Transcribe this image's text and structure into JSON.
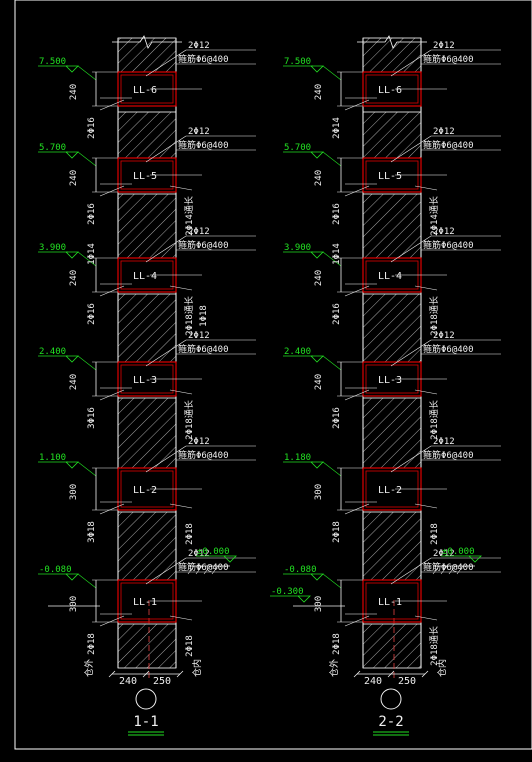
{
  "colors": {
    "background": "#000000",
    "wall_line": "#ffffff",
    "hatch": "#d8d8d8",
    "beam_outline": "#e00000",
    "level_text": "#22e022",
    "annotation_text": "#f0f0f0",
    "leader": "#f0f0f0",
    "bar_marks": "#ffffff",
    "frame": "#ffffff"
  },
  "sections": [
    {
      "id": "1-1",
      "label": "1-1",
      "bottom_dims": [
        "240",
        "250"
      ],
      "side_labels": {
        "outer": "仓外",
        "inner": "仓内"
      },
      "ground_level": "±0.000",
      "extra_level": null,
      "beams": [
        {
          "name": "LL-6",
          "level": "7.500",
          "height": "240",
          "top_bar": "2Φ12",
          "stirrup": "箍筋Φ6@400",
          "left_bar": "2Φ16",
          "right_bar": null,
          "right_bar2": null
        },
        {
          "name": "LL-5",
          "level": "5.700",
          "height": "240",
          "top_bar": "2Φ12",
          "stirrup": "箍筋Φ6@400",
          "left_bar": "2Φ16",
          "right_bar": "2Φ14通长",
          "right_bar2": null
        },
        {
          "name": "LL-4",
          "level": "3.900",
          "height": "240",
          "top_bar": "2Φ12",
          "stirrup": "箍筋Φ6@400",
          "left_bar": "2Φ16",
          "right_bar": "2Φ18通长",
          "right_bar2": "1Φ18",
          "left_top_bar": "1Φ14"
        },
        {
          "name": "LL-3",
          "level": "2.400",
          "height": "240",
          "top_bar": "2Φ12",
          "stirrup": "箍筋Φ6@400",
          "left_bar": "3Φ16",
          "right_bar": "2Φ18通长",
          "right_bar2": null
        },
        {
          "name": "LL-2",
          "level": "1.100",
          "height": "300",
          "top_bar": "2Φ12",
          "stirrup": "箍筋Φ6@400",
          "left_bar": "3Φ18",
          "right_bar": "2Φ18",
          "right_bar2": null
        },
        {
          "name": "LL-1",
          "level": "-0.080",
          "height": "300",
          "top_bar": "2Φ12",
          "stirrup": "箍筋Φ6@400",
          "left_bar": "2Φ18",
          "right_bar": "2Φ18",
          "right_bar2": null
        }
      ]
    },
    {
      "id": "2-2",
      "label": "2-2",
      "bottom_dims": [
        "240",
        "250"
      ],
      "side_labels": {
        "outer": "仓外",
        "inner": "仓内"
      },
      "ground_level": "±0.000",
      "extra_level": "-0.300",
      "beams": [
        {
          "name": "LL-6",
          "level": "7.500",
          "height": "240",
          "top_bar": "2Φ12",
          "stirrup": "箍筋Φ6@400",
          "left_bar": "2Φ14",
          "right_bar": null,
          "right_bar2": null
        },
        {
          "name": "LL-5",
          "level": "5.700",
          "height": "240",
          "top_bar": "2Φ12",
          "stirrup": "箍筋Φ6@400",
          "left_bar": "2Φ16",
          "right_bar": "2Φ14通长",
          "right_bar2": null
        },
        {
          "name": "LL-4",
          "level": "3.900",
          "height": "240",
          "top_bar": "2Φ12",
          "stirrup": "箍筋Φ6@400",
          "left_bar": "2Φ16",
          "right_bar": "2Φ18通长",
          "right_bar2": null,
          "left_top_bar": "1Φ14"
        },
        {
          "name": "LL-3",
          "level": "2.400",
          "height": "240",
          "top_bar": "2Φ12",
          "stirrup": "箍筋Φ6@400",
          "left_bar": "2Φ16",
          "right_bar": "2Φ18通长",
          "right_bar2": null
        },
        {
          "name": "LL-2",
          "level": "1.180",
          "height": "300",
          "top_bar": "2Φ12",
          "stirrup": "箍筋Φ6@400",
          "left_bar": "2Φ18",
          "right_bar": "2Φ18",
          "right_bar2": null
        },
        {
          "name": "LL-1",
          "level": "-0.080",
          "height": "300",
          "top_bar": "2Φ12",
          "stirrup": "箍筋Φ6@400",
          "left_bar": "2Φ18",
          "right_bar": "2Φ18通长",
          "right_bar2": null
        }
      ]
    }
  ]
}
